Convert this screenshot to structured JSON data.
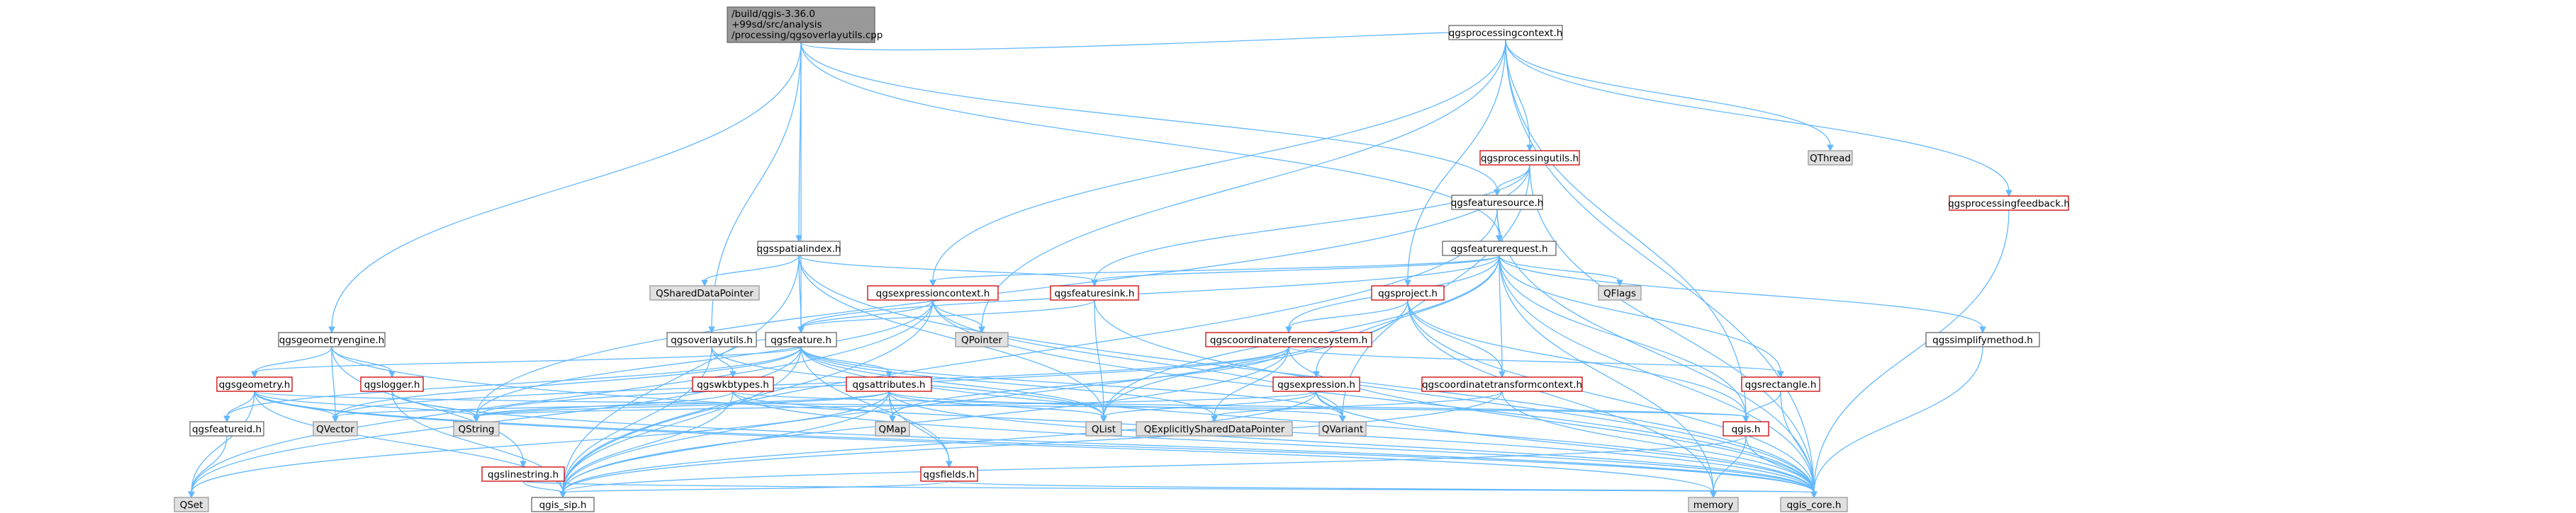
{
  "root": {
    "lines": [
      "/build/qgis-3.36.0",
      "+99sd/src/analysis",
      "/processing/qgsoverlayutils.cpp"
    ]
  },
  "nodes": [
    {
      "id": "overlayutils_h",
      "label": "qgsoverlayutils.h",
      "style": "plain"
    },
    {
      "id": "feature_h",
      "label": "qgsfeature.h",
      "style": "plain"
    },
    {
      "id": "featurerequest_h",
      "label": "qgsfeaturerequest.h",
      "style": "plain"
    },
    {
      "id": "featuresource_h",
      "label": "qgsfeaturesource.h",
      "style": "plain"
    },
    {
      "id": "featuresink_h",
      "label": "qgsfeaturesink.h",
      "style": "red"
    },
    {
      "id": "geometryengine_h",
      "label": "qgsgeometryengine.h",
      "style": "plain"
    },
    {
      "id": "processingcontext_h",
      "label": "qgsprocessingcontext.h",
      "style": "plain"
    },
    {
      "id": "processingutils_h",
      "label": "qgsprocessingutils.h",
      "style": "red"
    },
    {
      "id": "processingfeedback_h",
      "label": "qgsprocessingfeedback.h",
      "style": "red"
    },
    {
      "id": "spatialindex_h",
      "label": "qgsspatialindex.h",
      "style": "plain"
    },
    {
      "id": "expressioncontext_h",
      "label": "qgsexpressioncontext.h",
      "style": "red"
    },
    {
      "id": "project_h",
      "label": "qgsproject.h",
      "style": "red"
    },
    {
      "id": "crs_h",
      "label": "qgscoordinatereferencesystem.h",
      "style": "red"
    },
    {
      "id": "ctcontext_h",
      "label": "qgscoordinatetransformcontext.h",
      "style": "red"
    },
    {
      "id": "expression_h",
      "label": "qgsexpression.h",
      "style": "red"
    },
    {
      "id": "rectangle_h",
      "label": "qgsrectangle.h",
      "style": "red"
    },
    {
      "id": "simplifymethod_h",
      "label": "qgssimplifymethod.h",
      "style": "plain"
    },
    {
      "id": "geometry_h",
      "label": "qgsgeometry.h",
      "style": "red"
    },
    {
      "id": "logger_h",
      "label": "qgslogger.h",
      "style": "red"
    },
    {
      "id": "wkbtypes_h",
      "label": "qgswkbtypes.h",
      "style": "red"
    },
    {
      "id": "attributes_h",
      "label": "qgsattributes.h",
      "style": "red"
    },
    {
      "id": "fields_h",
      "label": "qgsfields.h",
      "style": "red"
    },
    {
      "id": "linestring_h",
      "label": "qgslinestring.h",
      "style": "red"
    },
    {
      "id": "featureid_h",
      "label": "qgsfeatureid.h",
      "style": "plain"
    },
    {
      "id": "qgis_h",
      "label": "qgis.h",
      "style": "red"
    },
    {
      "id": "qgis_core_h",
      "label": "qgis_core.h",
      "style": "gray"
    },
    {
      "id": "qgis_sip_h",
      "label": "qgis_sip.h",
      "style": "plain"
    },
    {
      "id": "memory",
      "label": "memory",
      "style": "gray"
    },
    {
      "id": "QList",
      "label": "QList",
      "style": "gray"
    },
    {
      "id": "QString",
      "label": "QString",
      "style": "gray"
    },
    {
      "id": "QVariant",
      "label": "QVariant",
      "style": "gray"
    },
    {
      "id": "QVector",
      "label": "QVector",
      "style": "gray"
    },
    {
      "id": "QSet",
      "label": "QSet",
      "style": "gray"
    },
    {
      "id": "QMap",
      "label": "QMap",
      "style": "gray"
    },
    {
      "id": "QPointer",
      "label": "QPointer",
      "style": "gray"
    },
    {
      "id": "QFlags",
      "label": "QFlags",
      "style": "gray"
    },
    {
      "id": "QThread",
      "label": "QThread",
      "style": "gray"
    },
    {
      "id": "QSharedDataPointer",
      "label": "QSharedDataPointer",
      "style": "gray"
    },
    {
      "id": "QExplicitlySharedDataPointer",
      "label": "QExplicitlySharedDataPointer",
      "style": "gray"
    }
  ],
  "edges": [
    [
      "root",
      "processingcontext_h"
    ],
    [
      "root",
      "featuresource_h"
    ],
    [
      "root",
      "featurerequest_h"
    ],
    [
      "root",
      "spatialindex_h"
    ],
    [
      "root",
      "overlayutils_h"
    ],
    [
      "root",
      "feature_h"
    ],
    [
      "root",
      "geometryengine_h"
    ],
    [
      "processingcontext_h",
      "processingutils_h"
    ],
    [
      "processingcontext_h",
      "QThread"
    ],
    [
      "processingcontext_h",
      "processingfeedback_h"
    ],
    [
      "processingcontext_h",
      "qgis_core_h"
    ],
    [
      "processingcontext_h",
      "project_h"
    ],
    [
      "processingcontext_h",
      "expressioncontext_h"
    ],
    [
      "processingcontext_h",
      "QPointer"
    ],
    [
      "processingcontext_h",
      "qgis_h"
    ],
    [
      "processingutils_h",
      "featuresource_h"
    ],
    [
      "processingutils_h",
      "featuresink_h"
    ],
    [
      "processingutils_h",
      "QString"
    ],
    [
      "processingutils_h",
      "qgis_core_h"
    ],
    [
      "processingutils_h",
      "QVariant"
    ],
    [
      "processingfeedback_h",
      "qgis_core_h"
    ],
    [
      "featuresource_h",
      "featurerequest_h"
    ],
    [
      "featuresource_h",
      "qgis_core_h"
    ],
    [
      "featuresource_h",
      "qgis_sip_h"
    ],
    [
      "featurerequest_h",
      "QFlags"
    ],
    [
      "featurerequest_h",
      "simplifymethod_h"
    ],
    [
      "featurerequest_h",
      "rectangle_h"
    ],
    [
      "featurerequest_h",
      "expression_h"
    ],
    [
      "featurerequest_h",
      "ctcontext_h"
    ],
    [
      "featurerequest_h",
      "crs_h"
    ],
    [
      "featurerequest_h",
      "featuresink_h"
    ],
    [
      "featurerequest_h",
      "expressioncontext_h"
    ],
    [
      "featurerequest_h",
      "feature_h"
    ],
    [
      "featurerequest_h",
      "qgis_core_h"
    ],
    [
      "featurerequest_h",
      "memory"
    ],
    [
      "featurerequest_h",
      "QList"
    ],
    [
      "featurerequest_h",
      "qgis_h"
    ],
    [
      "spatialindex_h",
      "QSharedDataPointer"
    ],
    [
      "spatialindex_h",
      "featuresink_h"
    ],
    [
      "spatialindex_h",
      "feature_h"
    ],
    [
      "spatialindex_h",
      "qgis_core_h"
    ],
    [
      "spatialindex_h",
      "qgis_sip_h"
    ],
    [
      "spatialindex_h",
      "QList"
    ],
    [
      "featuresink_h",
      "feature_h"
    ],
    [
      "featuresink_h",
      "qgis_core_h"
    ],
    [
      "featuresink_h",
      "QList"
    ],
    [
      "expressioncontext_h",
      "feature_h"
    ],
    [
      "expressioncontext_h",
      "QPointer"
    ],
    [
      "expressioncontext_h",
      "QString"
    ],
    [
      "expressioncontext_h",
      "qgis_core_h"
    ],
    [
      "expressioncontext_h",
      "qgis_sip_h"
    ],
    [
      "expressioncontext_h",
      "QSet"
    ],
    [
      "expressioncontext_h",
      "QVariant"
    ],
    [
      "project_h",
      "crs_h"
    ],
    [
      "project_h",
      "ctcontext_h"
    ],
    [
      "project_h",
      "qgis_h"
    ],
    [
      "project_h",
      "qgis_core_h"
    ],
    [
      "project_h",
      "qgis_sip_h"
    ],
    [
      "project_h",
      "memory"
    ],
    [
      "project_h",
      "QList"
    ],
    [
      "crs_h",
      "rectangle_h"
    ],
    [
      "crs_h",
      "qgis_core_h"
    ],
    [
      "crs_h",
      "qgis_sip_h"
    ],
    [
      "crs_h",
      "QString"
    ],
    [
      "crs_h",
      "QExplicitlySharedDataPointer"
    ],
    [
      "crs_h",
      "QMap"
    ],
    [
      "crs_h",
      "QVector"
    ],
    [
      "ctcontext_h",
      "qgis_core_h"
    ],
    [
      "ctcontext_h",
      "qgis_sip_h"
    ],
    [
      "ctcontext_h",
      "QExplicitlySharedDataPointer"
    ],
    [
      "expression_h",
      "QVariant"
    ],
    [
      "expression_h",
      "QList"
    ],
    [
      "expression_h",
      "QString"
    ],
    [
      "expression_h",
      "qgis_core_h"
    ],
    [
      "expression_h",
      "qgis_sip_h"
    ],
    [
      "rectangle_h",
      "qgis_h"
    ],
    [
      "rectangle_h",
      "qgis_core_h"
    ],
    [
      "simplifymethod_h",
      "qgis_core_h"
    ],
    [
      "overlayutils_h",
      "feature_h"
    ],
    [
      "overlayutils_h",
      "wkbtypes_h"
    ],
    [
      "overlayutils_h",
      "qgis_sip_h"
    ],
    [
      "overlayutils_h",
      "QList"
    ],
    [
      "feature_h",
      "geometry_h"
    ],
    [
      "feature_h",
      "attributes_h"
    ],
    [
      "feature_h",
      "fields_h"
    ],
    [
      "feature_h",
      "qgis_core_h"
    ],
    [
      "feature_h",
      "qgis_sip_h"
    ],
    [
      "feature_h",
      "QExplicitlySharedDataPointer"
    ],
    [
      "feature_h",
      "QList"
    ],
    [
      "feature_h",
      "QVariant"
    ],
    [
      "feature_h",
      "QVector"
    ],
    [
      "feature_h",
      "QSet"
    ],
    [
      "feature_h",
      "featureid_h"
    ],
    [
      "geometryengine_h",
      "geometry_h"
    ],
    [
      "geometryengine_h",
      "logger_h"
    ],
    [
      "geometryengine_h",
      "linestring_h"
    ],
    [
      "geometryengine_h",
      "qgis_core_h"
    ],
    [
      "geometryengine_h",
      "QVector"
    ],
    [
      "geometry_h",
      "featureid_h"
    ],
    [
      "geometry_h",
      "qgis_h"
    ],
    [
      "geometry_h",
      "QSet"
    ],
    [
      "geometry_h",
      "qgis_sip_h"
    ],
    [
      "geometry_h",
      "QString"
    ],
    [
      "geometry_h",
      "QVector"
    ],
    [
      "geometry_h",
      "qgis_core_h"
    ],
    [
      "geometry_h",
      "memory"
    ],
    [
      "logger_h",
      "QString"
    ],
    [
      "logger_h",
      "qgis_core_h"
    ],
    [
      "logger_h",
      "qgis_sip_h"
    ],
    [
      "wkbtypes_h",
      "QMap"
    ],
    [
      "wkbtypes_h",
      "QString"
    ],
    [
      "wkbtypes_h",
      "qgis_core_h"
    ],
    [
      "wkbtypes_h",
      "qgis_sip_h"
    ],
    [
      "wkbtypes_h",
      "qgis_h"
    ],
    [
      "attributes_h",
      "QMap"
    ],
    [
      "attributes_h",
      "QString"
    ],
    [
      "attributes_h",
      "QVariant"
    ],
    [
      "attributes_h",
      "QList"
    ],
    [
      "attributes_h",
      "QVector"
    ],
    [
      "attributes_h",
      "QSet"
    ],
    [
      "attributes_h",
      "qgis_core_h"
    ],
    [
      "attributes_h",
      "qgis_sip_h"
    ],
    [
      "attributes_h",
      "fields_h"
    ],
    [
      "fields_h",
      "qgis_core_h"
    ],
    [
      "fields_h",
      "qgis_sip_h"
    ],
    [
      "linestring_h",
      "qgis_core_h"
    ],
    [
      "linestring_h",
      "qgis_sip_h"
    ],
    [
      "featureid_h",
      "QSet"
    ],
    [
      "qgis_h",
      "qgis_sip_h"
    ],
    [
      "qgis_h",
      "memory"
    ],
    [
      "qgis_h",
      "qgis_core_h"
    ]
  ]
}
